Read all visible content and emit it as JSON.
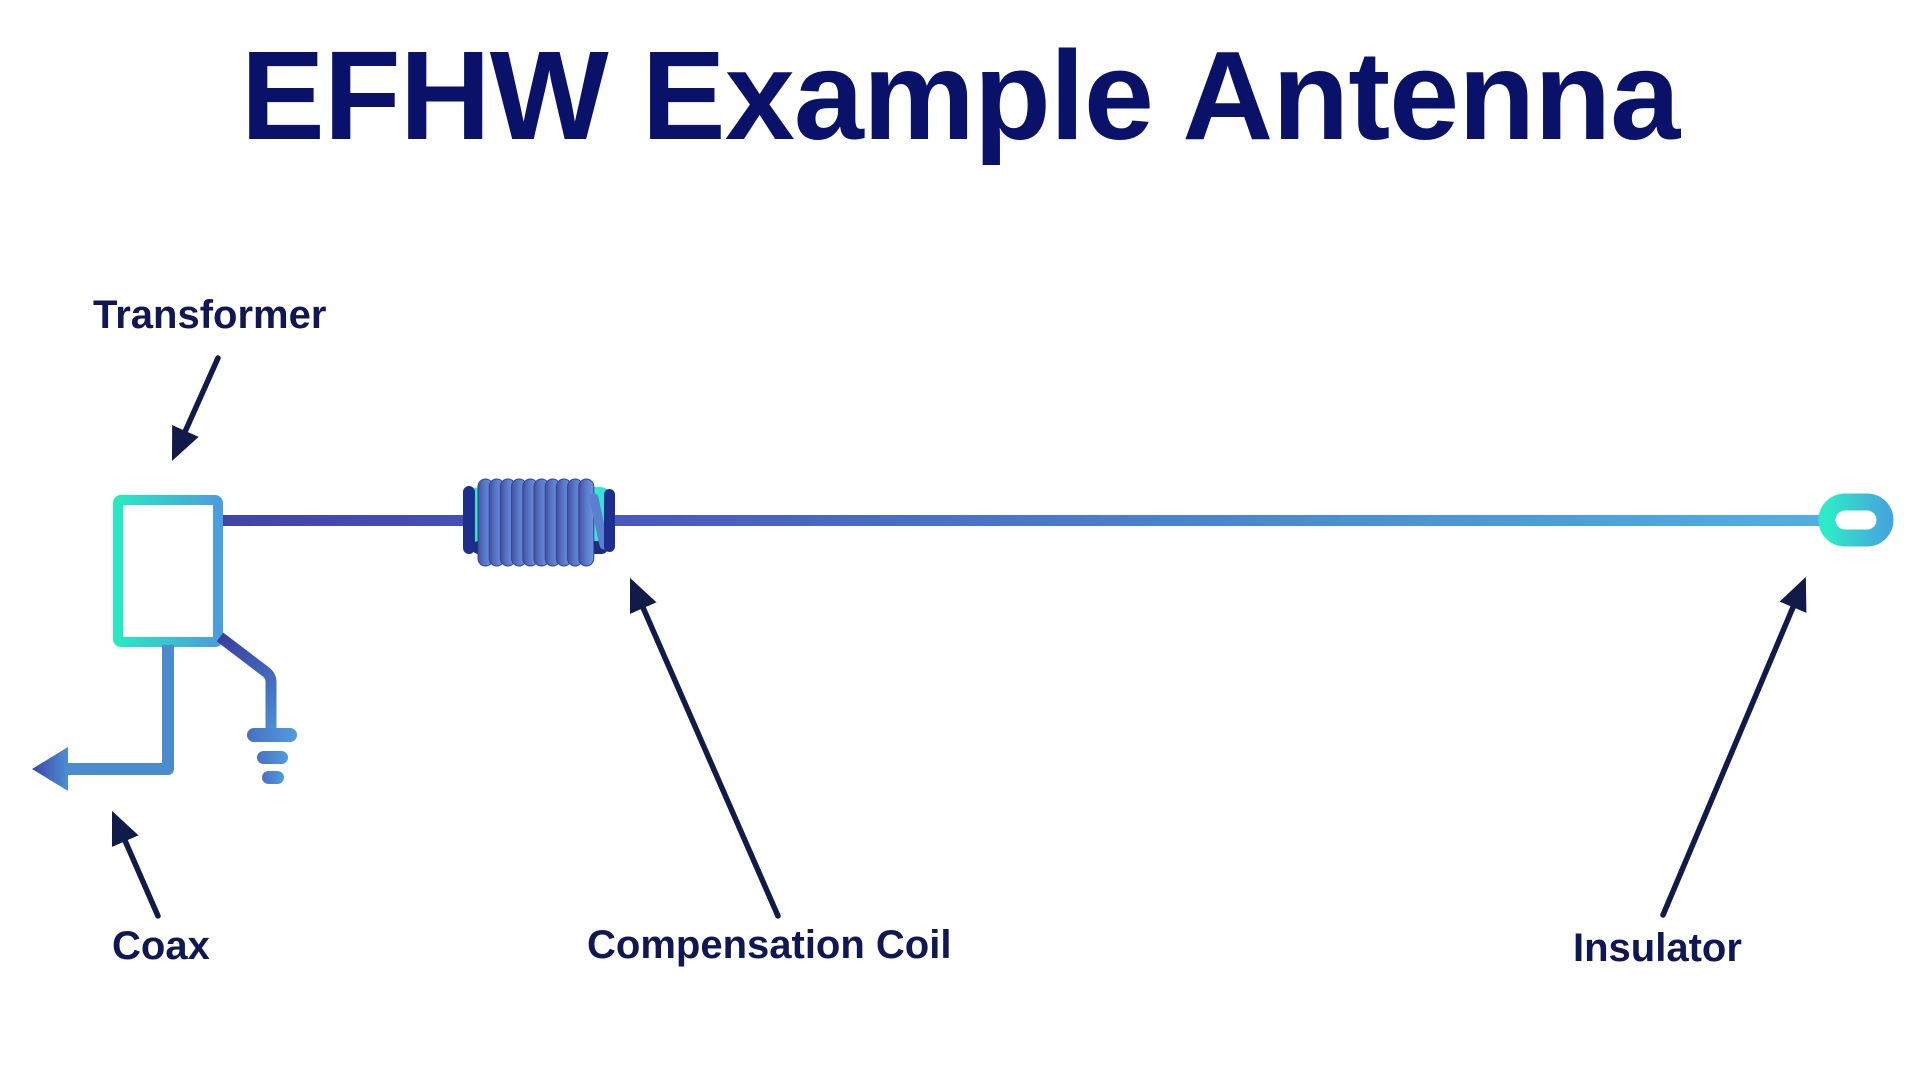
{
  "title": "EFHW Example Antenna",
  "labels": {
    "transformer": "Transformer",
    "coax": "Coax",
    "compensation_coil": "Compensation Coil",
    "insulator": "Insulator"
  },
  "colors": {
    "title_navy": "#0a1168",
    "label_navy": "#101752",
    "annotation_arrow_navy": "#111b4a",
    "teal_accent": "#26e9c3",
    "blue_accent": "#4b9edd",
    "wire_indigo": "#4143aa",
    "wire_steel_blue": "#52b0e2",
    "coil_turn_blue": "#6d94de",
    "coil_cap_navy": "#1d2e8c"
  }
}
